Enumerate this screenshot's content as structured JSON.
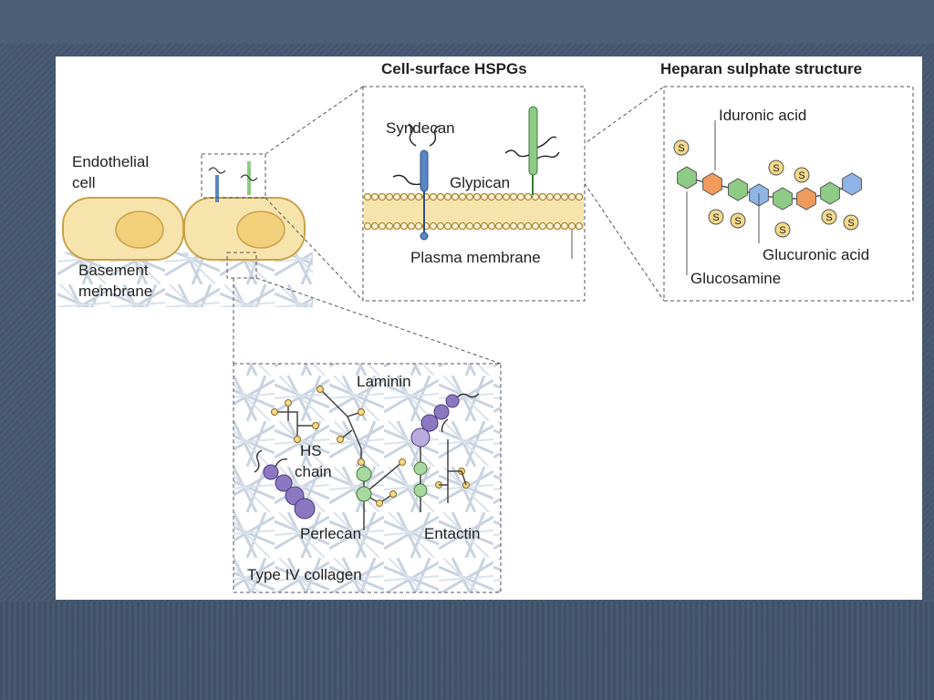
{
  "titles": {
    "cell_surface": "Cell-surface HSPGs",
    "heparan_structure": "Heparan sulphate structure"
  },
  "labels": {
    "endothelial_line1": "Endothelial",
    "endothelial_line2": "cell",
    "basement_line1": "Basement",
    "basement_line2": "membrane",
    "syndecan": "Syndecan",
    "glypican": "Glypican",
    "plasma_membrane": "Plasma membrane",
    "iduronic_acid": "Iduronic acid",
    "glucuronic_acid": "Glucuronic acid",
    "glucosamine": "Glucosamine",
    "laminin": "Laminin",
    "hs_line1": "HS",
    "hs_line2": "chain",
    "perlecan": "Perlecan",
    "entactin": "Entactin",
    "type_iv_collagen": "Type IV collagen"
  },
  "sulphate_symbol": "S",
  "colors": {
    "cell_fill": "#f7e4ad",
    "nucleus_fill": "#f2cf7a",
    "syndecan": "#5b86c4",
    "glypican": "#8ecb86",
    "perlecan": "#8b78c0",
    "sugar_green": "#8ecb86",
    "sugar_orange": "#f09a5c",
    "sugar_blue": "#8fb4e6",
    "sulphate": "#f3d98a"
  }
}
